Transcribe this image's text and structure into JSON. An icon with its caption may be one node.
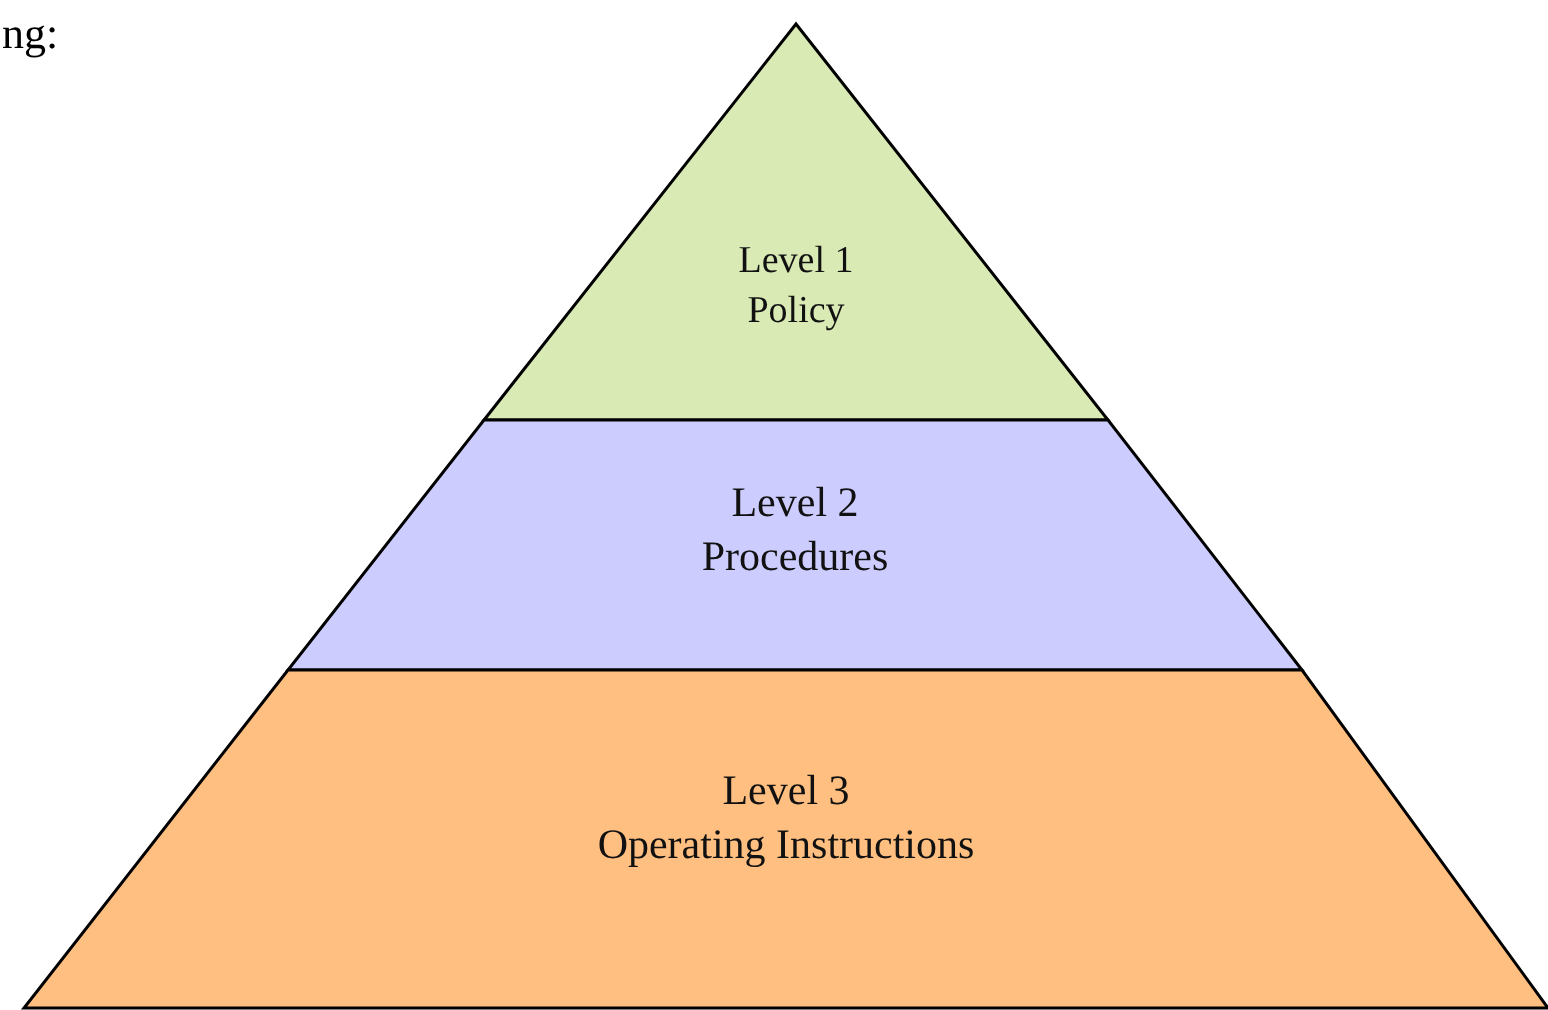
{
  "diagram": {
    "nodes": [
      {
        "text": [
          "Level 1",
          "Policy"
        ]
      },
      {
        "text": [
          "Level 2",
          "Procedures"
        ]
      },
      {
        "text": [
          "Level 3",
          "Operating Instructions"
        ]
      }
    ],
    "labels": [
      "ng:"
    ]
  }
}
